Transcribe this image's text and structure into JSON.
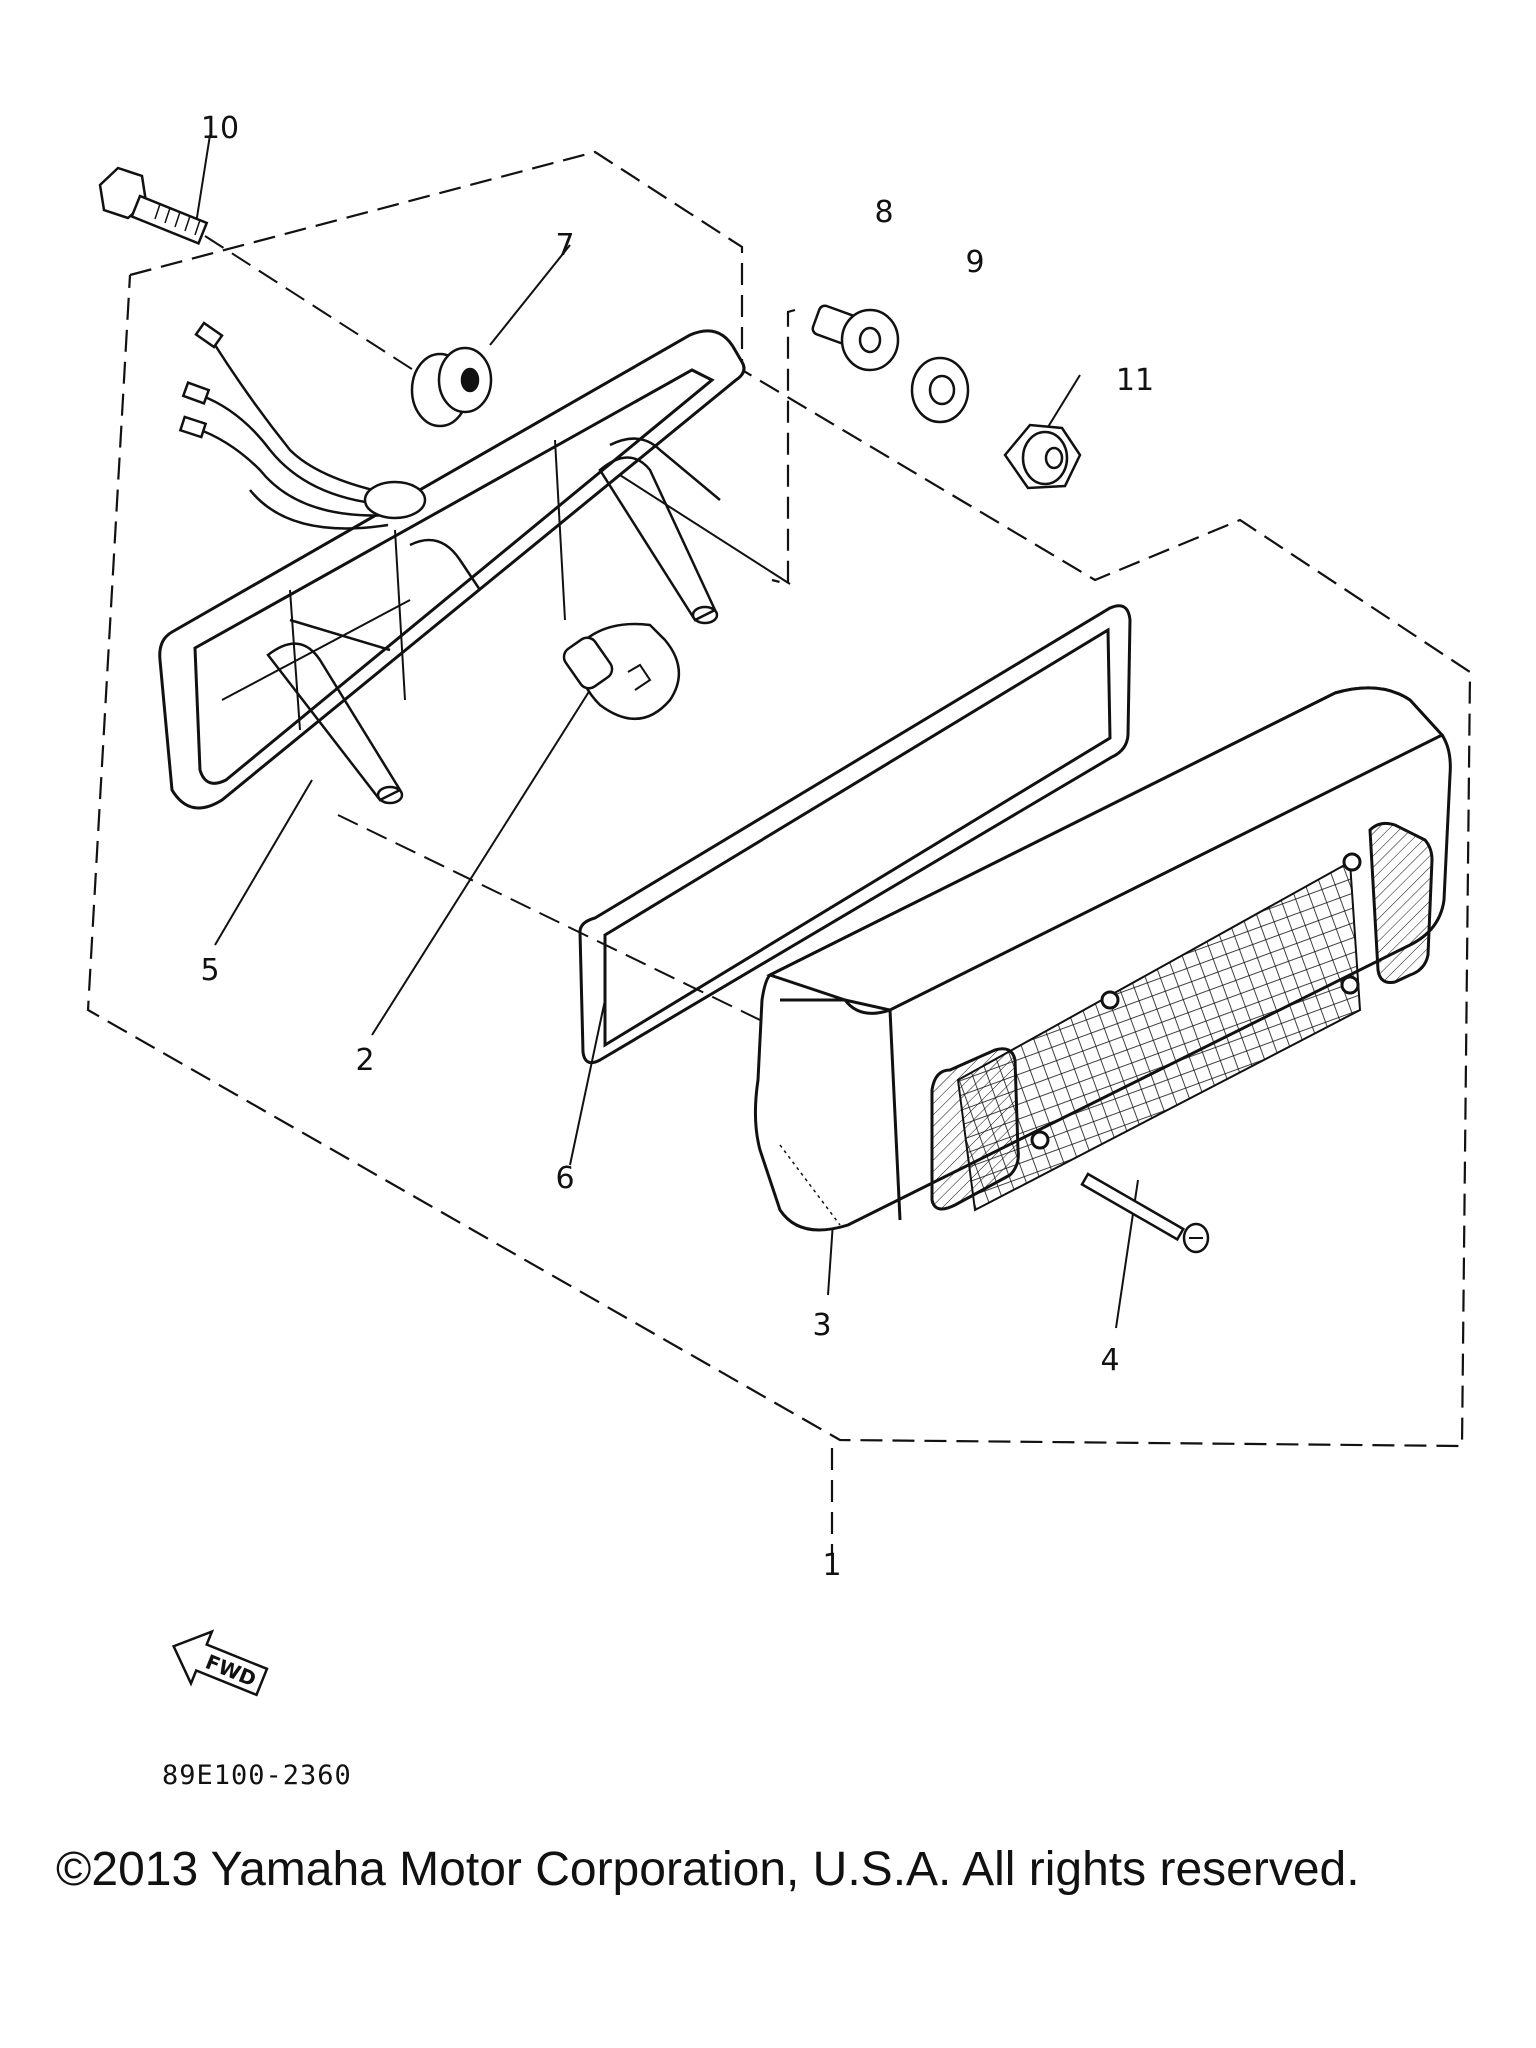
{
  "callouts": {
    "c1": "1",
    "c2": "2",
    "c3": "3",
    "c4": "4",
    "c5": "5",
    "c6": "6",
    "c7": "7",
    "c8": "8",
    "c9": "9",
    "c10": "10",
    "c11": "11"
  },
  "direction_label": "FWD",
  "diagram_code": "89E100-2360",
  "copyright": "©2013 Yamaha Motor Corporation, U.S.A. All rights reserved."
}
